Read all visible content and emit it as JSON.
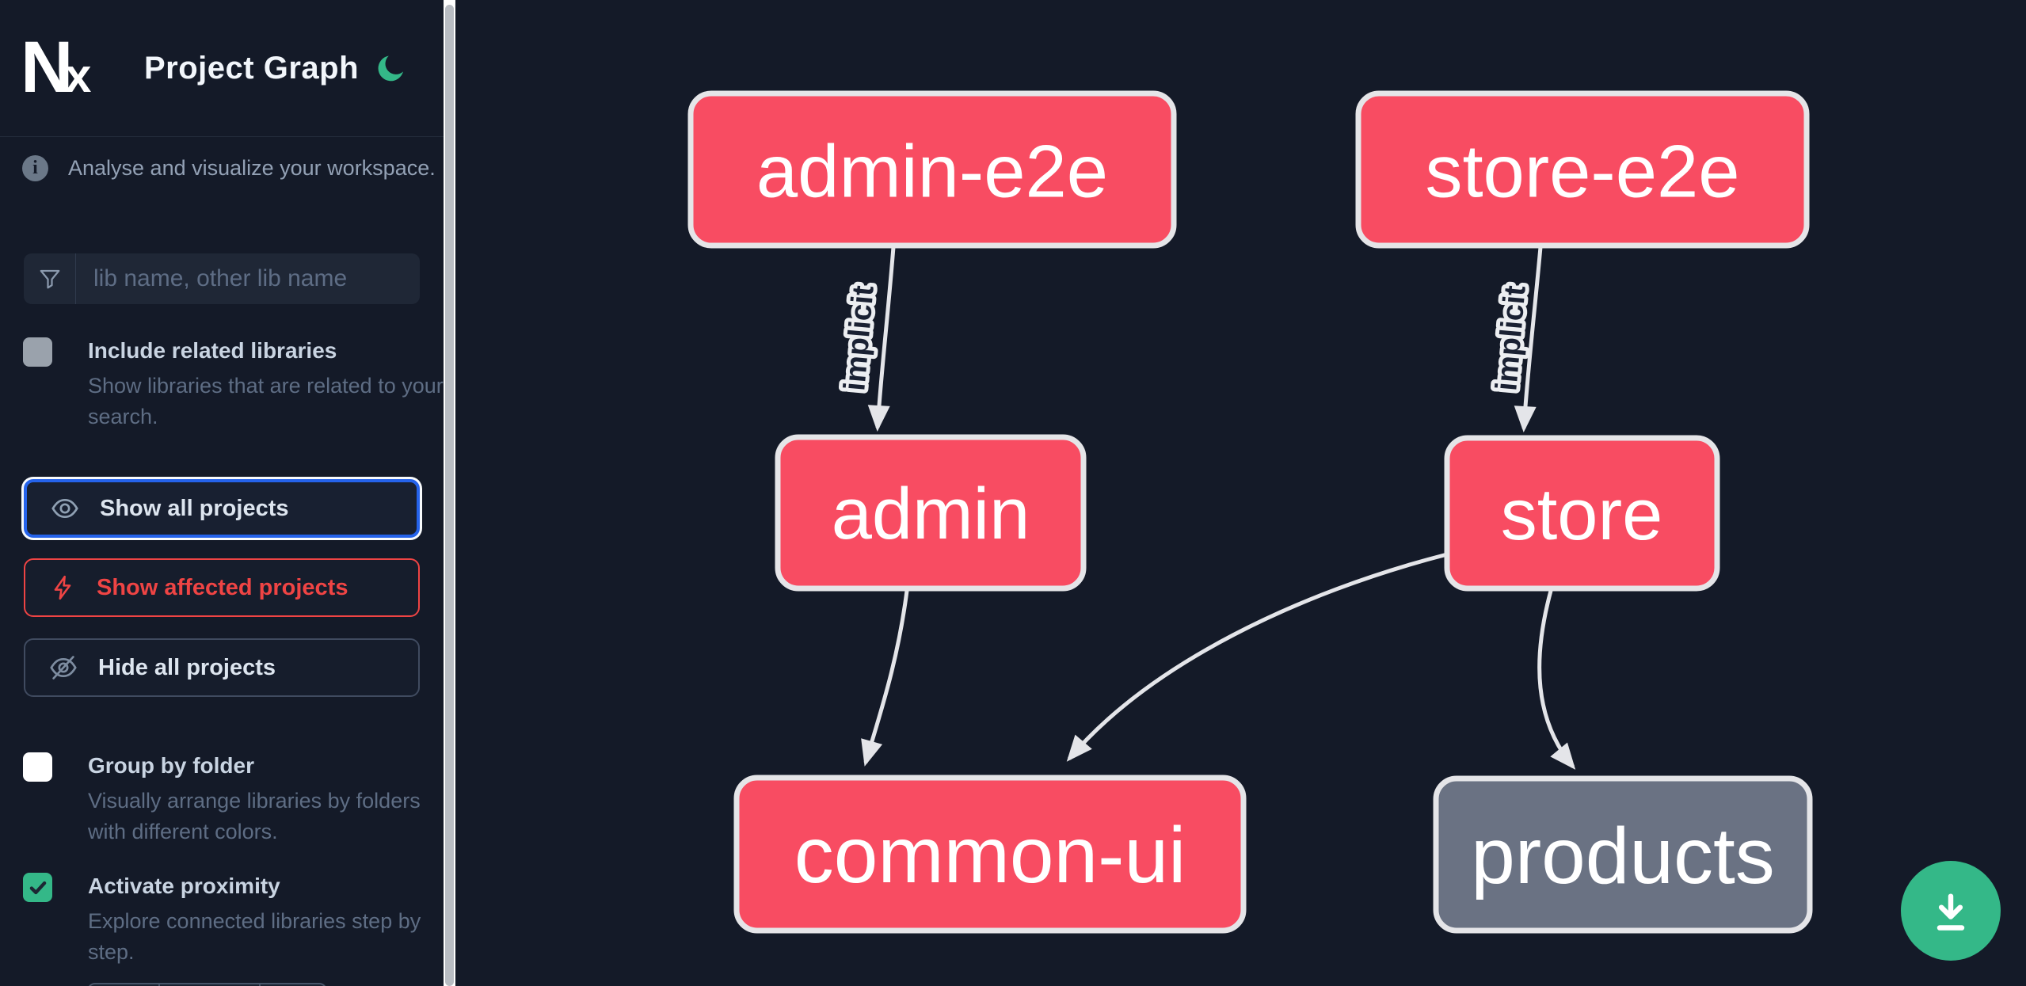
{
  "app": {
    "logo_text": "Nx",
    "title": "Project Graph"
  },
  "sidebar": {
    "tagline": "Analyse and visualize your workspace.",
    "search": {
      "placeholder": "lib name, other lib name"
    },
    "options": {
      "include_related": {
        "label": "Include related libraries",
        "description": "Show libraries that are related to your search.",
        "checked": false
      },
      "group_by_folder": {
        "label": "Group by folder",
        "description": "Visually arrange libraries by folders with different colors.",
        "checked": false
      },
      "activate_proximity": {
        "label": "Activate proximity",
        "description": "Explore connected libraries step by step.",
        "checked": true
      }
    },
    "buttons": {
      "show_all": "Show all projects",
      "show_affected": "Show affected projects",
      "hide_all": "Hide all projects"
    }
  },
  "graph": {
    "nodes": [
      {
        "id": "admin-e2e",
        "label": "admin-e2e",
        "type": "app"
      },
      {
        "id": "store-e2e",
        "label": "store-e2e",
        "type": "app"
      },
      {
        "id": "admin",
        "label": "admin",
        "type": "app"
      },
      {
        "id": "store",
        "label": "store",
        "type": "app"
      },
      {
        "id": "common-ui",
        "label": "common-ui",
        "type": "app"
      },
      {
        "id": "products",
        "label": "products",
        "type": "lib-gray"
      }
    ],
    "edges": [
      {
        "from": "admin-e2e",
        "to": "admin",
        "label": "implicit"
      },
      {
        "from": "store-e2e",
        "to": "store",
        "label": "implicit"
      },
      {
        "from": "admin",
        "to": "common-ui",
        "label": ""
      },
      {
        "from": "store",
        "to": "common-ui",
        "label": ""
      },
      {
        "from": "store",
        "to": "products",
        "label": ""
      }
    ]
  },
  "colors": {
    "background": "#141a28",
    "node_rose": "#f84c62",
    "node_gray": "#6a7283",
    "node_border": "#e5e5e8",
    "edge": "#e4e5e9",
    "accent_green": "#34b888",
    "focus_blue": "#2563eb",
    "affected_red": "#ef4444",
    "text_muted": "#5e6d84"
  }
}
